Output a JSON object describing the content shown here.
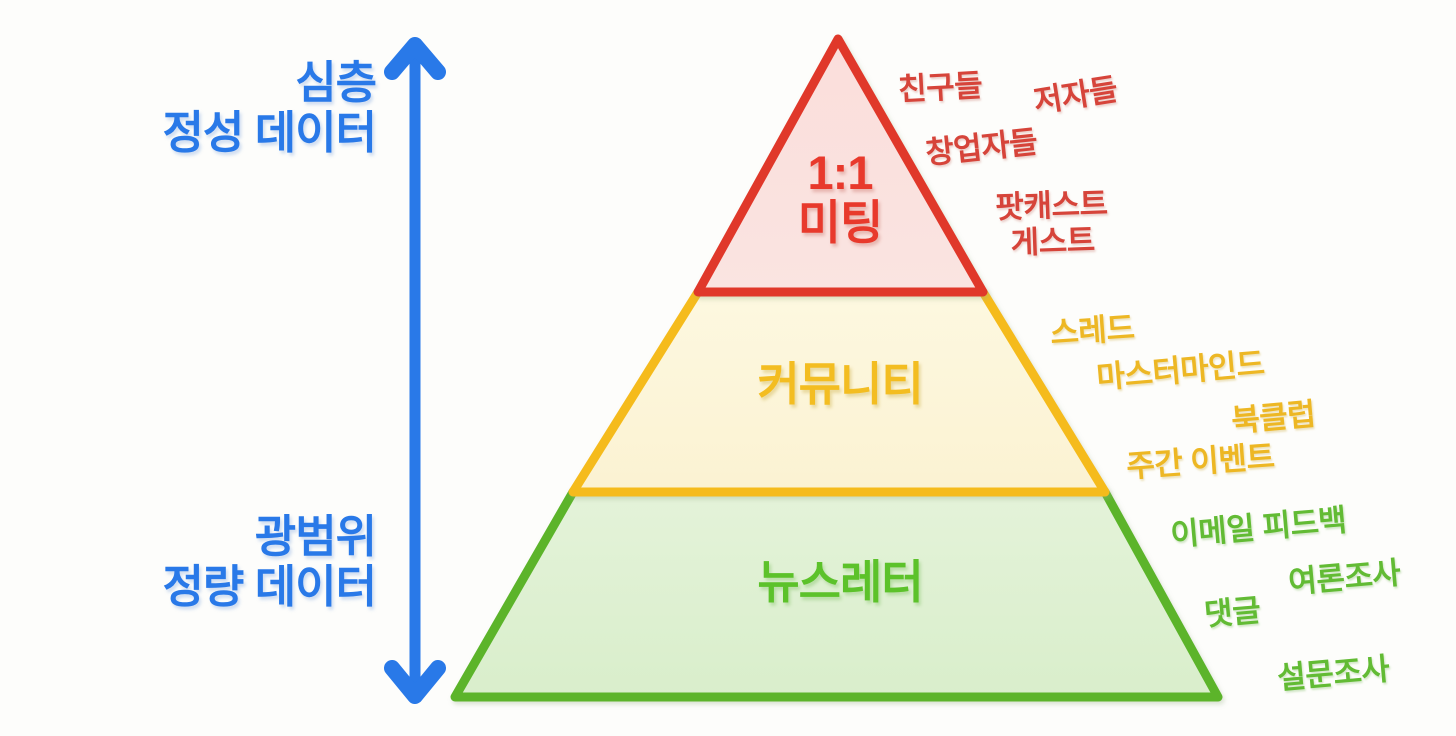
{
  "diagram": {
    "title": "심층 정성 데이터 / 광범위 정량 데이터 피라미드",
    "background_color": "#fdfdfb"
  },
  "axis": {
    "arrow_color": "#2979e8",
    "label_color": "#2979e8",
    "top_label": "심층\n정성 데이터",
    "bottom_label": "광범위\n정량 데이터",
    "icon_top": "arrow-up-icon",
    "icon_bottom": "arrow-down-icon"
  },
  "pyramid": {
    "tiers": [
      {
        "id": "one-on-one-meeting",
        "title": "1:1\n미팅",
        "stroke": "#e0392c",
        "fill_top": "#fbdedb",
        "fill_bottom": "#fae3e0",
        "text_color": "#e8392c",
        "tags": [
          "친구들",
          "저자들",
          "창업자들",
          "팟캐스트\n게스트"
        ]
      },
      {
        "id": "community",
        "title": "커뮤니티",
        "stroke": "#f5bb1b",
        "fill_top": "#fdf6da",
        "fill_bottom": "#fbf3d4",
        "text_color": "#f3bd21",
        "tags": [
          "스레드",
          "마스터마인드",
          "북클럽",
          "주간 이벤트"
        ]
      },
      {
        "id": "newsletter",
        "title": "뉴스레터",
        "stroke": "#5cb42a",
        "fill_top": "#e2f2d6",
        "fill_bottom": "#daefcc",
        "text_color": "#5cc22a",
        "tags": [
          "이메일 피드백",
          "여론조사",
          "댓글",
          "설문조사"
        ]
      }
    ]
  },
  "tags": {
    "red": {
      "friends": "친구들",
      "authors": "저자들",
      "founders": "창업자들",
      "podcast_guests": "팟캐스트\n게스트"
    },
    "yellow": {
      "threads": "스레드",
      "mastermind": "마스터마인드",
      "book_club": "북클럽",
      "weekly_events": "주간 이벤트"
    },
    "green": {
      "email_feedback": "이메일 피드백",
      "polls": "여론조사",
      "comments": "댓글",
      "surveys": "설문조사"
    }
  }
}
